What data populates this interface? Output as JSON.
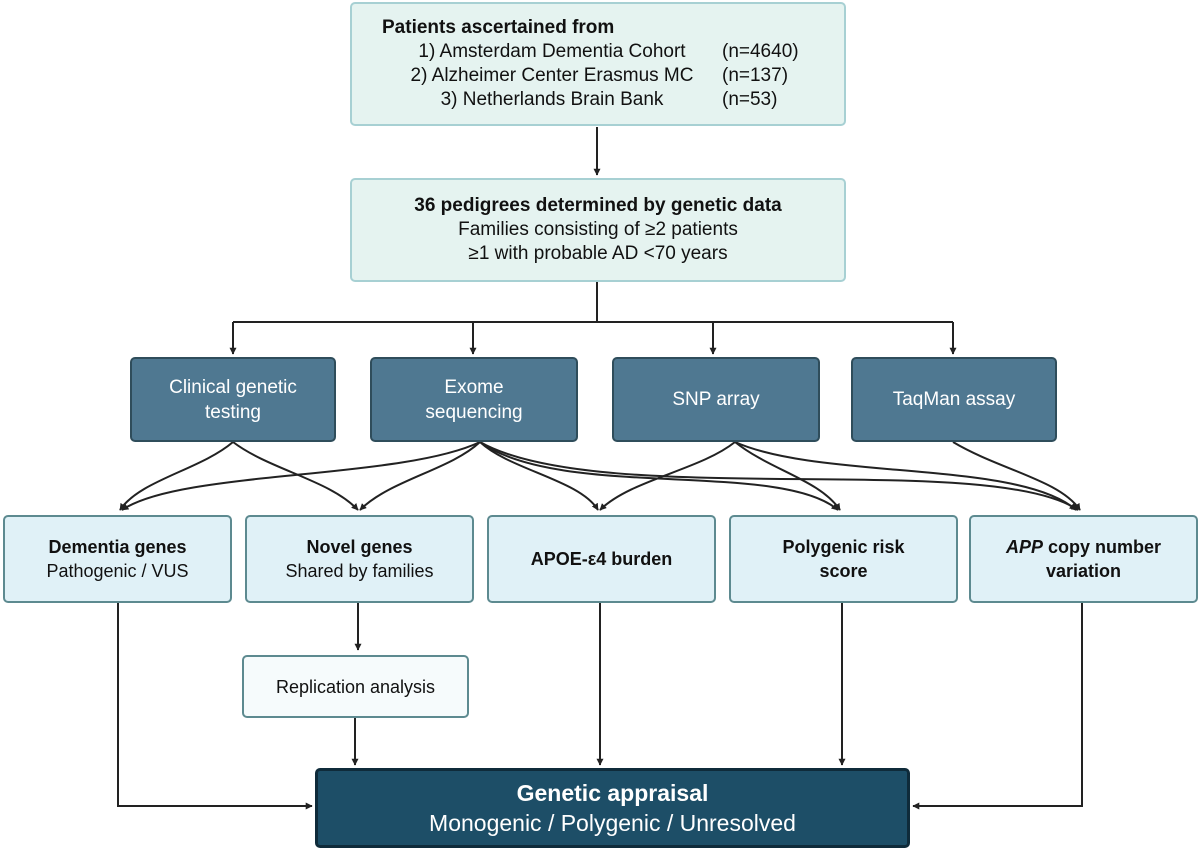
{
  "ascertainment": {
    "heading": "Patients ascertained from",
    "sources": [
      {
        "name": "1) Amsterdam Dementia Cohort",
        "count": "(n=4640)"
      },
      {
        "name": "2) Alzheimer Center Erasmus MC",
        "count": "(n=137)"
      },
      {
        "name": "3) Netherlands Brain Bank",
        "count": "(n=53)"
      }
    ]
  },
  "pedigrees": {
    "heading": "36 pedigrees determined by genetic data",
    "line1": "Families consisting of ≥2 patients",
    "line2": "≥1 with probable AD <70 years"
  },
  "methods": {
    "clinical_line1": "Clinical genetic",
    "clinical_line2": "testing",
    "exome_line1": "Exome",
    "exome_line2": "sequencing",
    "snp": "SNP array",
    "taqman": "TaqMan assay"
  },
  "analyses": {
    "dementia_title": "Dementia genes",
    "dementia_sub": "Pathogenic / VUS",
    "novel_title": "Novel genes",
    "novel_sub": "Shared by families",
    "apoe": "APOE-ε4 burden",
    "prs_line1": "Polygenic risk",
    "prs_line2": "score",
    "app_italic": "APP",
    "app_rest": " copy number",
    "app_line2": "variation"
  },
  "replication": "Replication analysis",
  "appraisal": {
    "title": "Genetic appraisal",
    "outcomes": "Monogenic / Polygenic / Unresolved"
  },
  "colors": {
    "light_box": "#e5f3f0",
    "analysis_box": "#e0f1f7",
    "method_box": "#4f7891",
    "final_box": "#1d4e67",
    "arrow": "#222222"
  }
}
